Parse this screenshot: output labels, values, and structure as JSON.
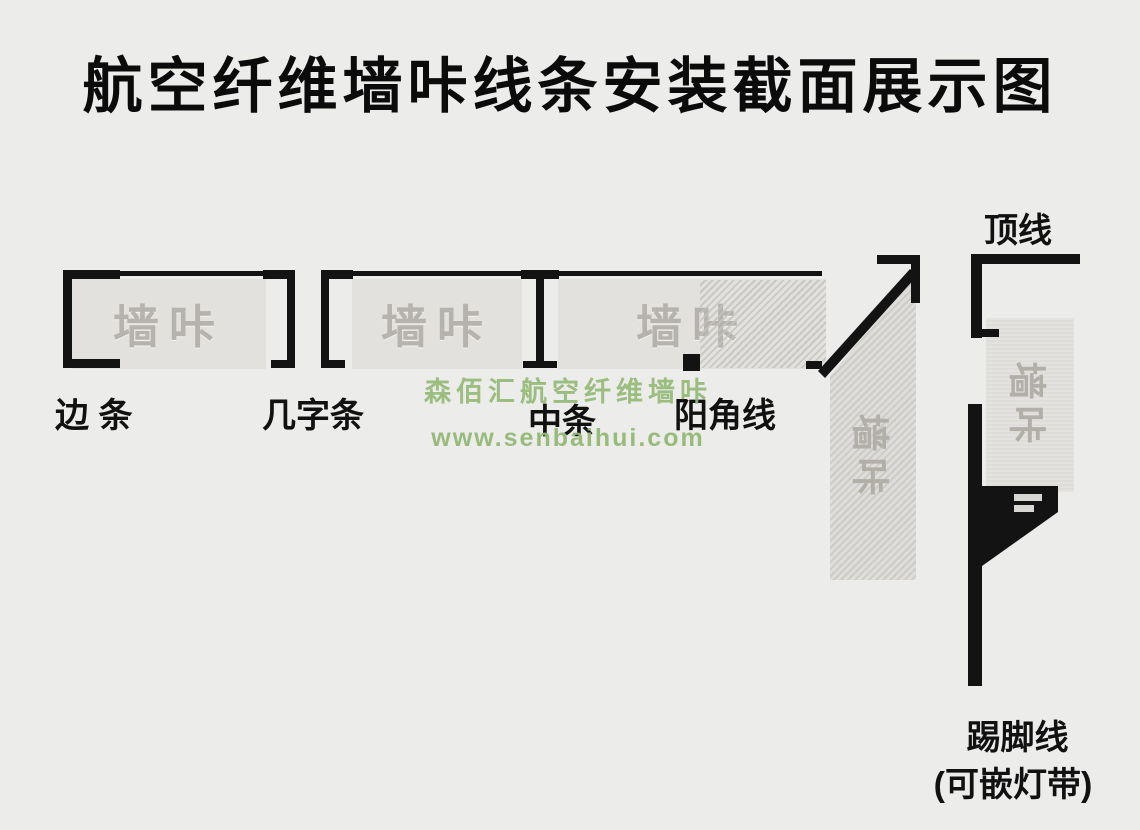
{
  "page": {
    "title": "航空纤维墙咔线条安装截面展示图"
  },
  "panel_label": "墙咔",
  "labels": {
    "bian_tiao": "边 条",
    "ji_zi_tiao": "几字条",
    "zhong_tiao": "中条",
    "yang_jiao_xian": "阳角线",
    "ding_xian": "顶线",
    "ti_jiao_xian": "踢脚线",
    "ti_jiao_note": "(可嵌灯带)"
  },
  "watermark": {
    "line1": "森佰汇航空纤维墙咔",
    "line2": "www.senbaihui.com"
  },
  "colors": {
    "background": "#ececeb",
    "profile_black": "#131313",
    "panel_fill": "#e2e1de",
    "panel_text": "#b6b3ae",
    "watermark_green": "#94b876"
  }
}
